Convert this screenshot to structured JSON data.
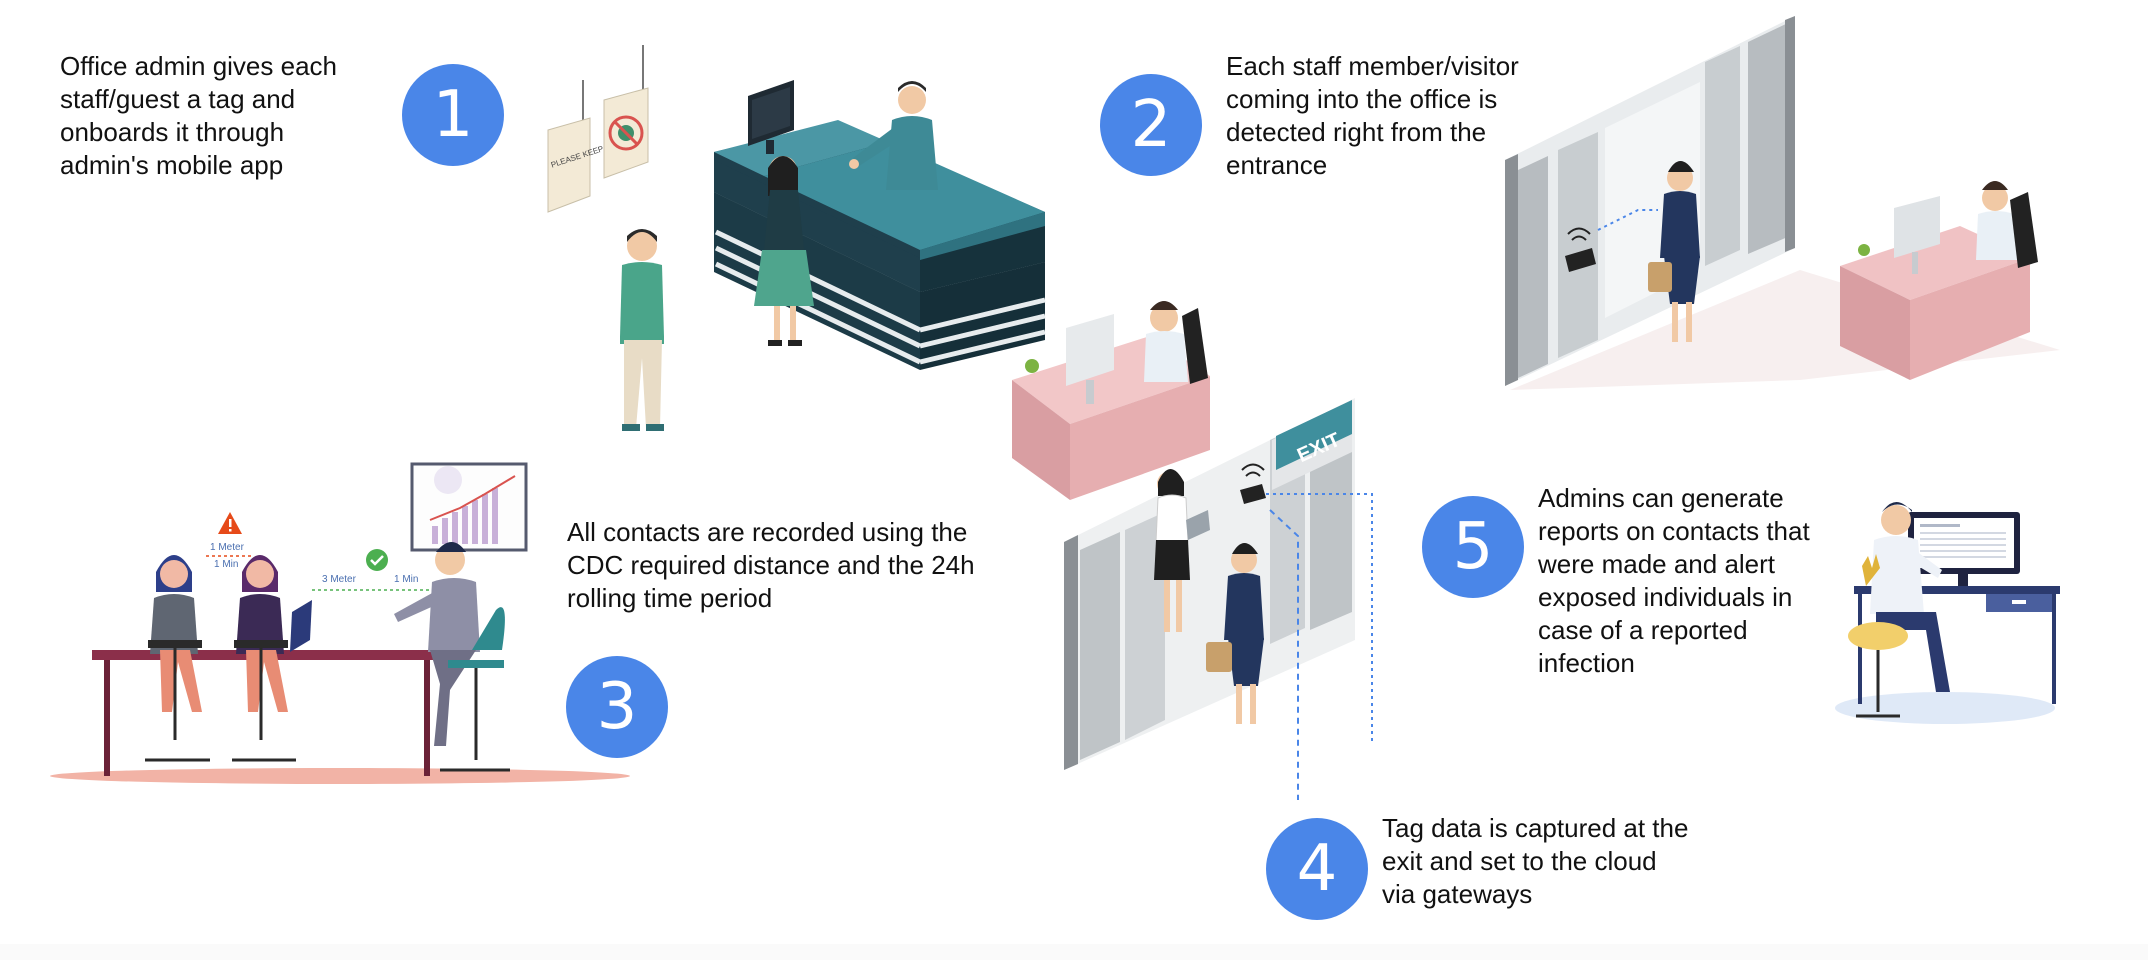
{
  "steps": [
    {
      "number": "1",
      "lines": [
        "Office admin gives each",
        "staff/guest a tag and",
        "onboards it through",
        "admin's mobile app"
      ]
    },
    {
      "number": "2",
      "lines": [
        "Each staff member/visitor",
        "coming into the office is",
        "detected right from the",
        "entrance"
      ]
    },
    {
      "number": "3",
      "lines": [
        "All contacts are recorded using the",
        "CDC required distance and the 24h",
        "rolling time period"
      ]
    },
    {
      "number": "4",
      "lines": [
        "Tag data is captured at the",
        "exit and set to the cloud",
        "via gateways"
      ]
    },
    {
      "number": "5",
      "lines": [
        "Admins can generate",
        "reports on contacts that",
        "were made and alert",
        "exposed individuals in",
        "case of a reported",
        "infection"
      ]
    }
  ],
  "signs": {
    "distance_sign": "PLEASE KEEP DISTANCE"
  },
  "exit_sign": "EXIT",
  "distance_labels": {
    "warn_meter": "1 Meter",
    "warn_min": "1 Min",
    "ok_meter": "3 Meter",
    "ok_min": "1 Min"
  },
  "colors": {
    "number_circle": "#4a86e8",
    "reception_desk": "#3f8f9d",
    "office_desk": "#e6aeb0",
    "door_frame": "#8a8f94"
  }
}
